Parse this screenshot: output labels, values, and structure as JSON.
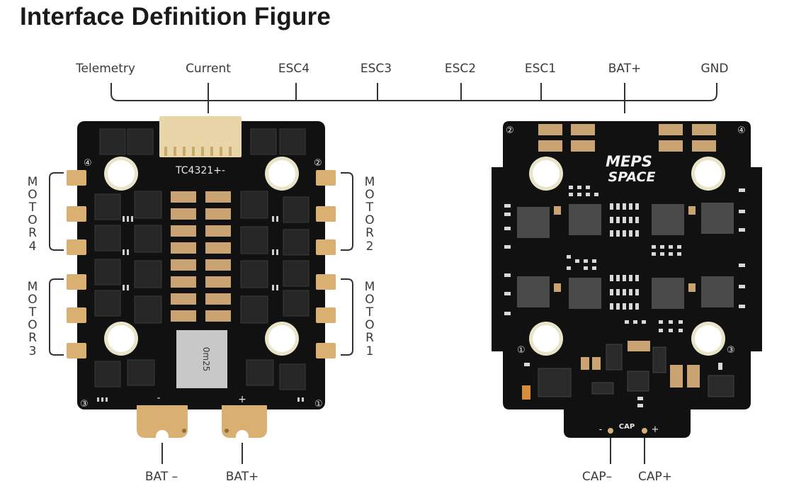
{
  "title": "Interface Definition Figure",
  "top_labels": {
    "telemetry": "Telemetry",
    "current": "Current",
    "esc4": "ESC4",
    "esc3": "ESC3",
    "esc2": "ESC2",
    "esc1": "ESC1",
    "bat_pos": "BAT+",
    "gnd": "GND"
  },
  "motor_labels": {
    "motor4": [
      "M",
      "O",
      "T",
      "O",
      "R",
      "4"
    ],
    "motor3": [
      "M",
      "O",
      "T",
      "O",
      "R",
      "3"
    ],
    "motor2": [
      "M",
      "O",
      "T",
      "O",
      "R",
      "2"
    ],
    "motor1": [
      "M",
      "O",
      "T",
      "O",
      "R",
      "1"
    ]
  },
  "bottom_labels": {
    "bat_neg": "BAT –",
    "bat_pos": "BAT+",
    "cap_neg": "CAP–",
    "cap_pos": "CAP+"
  },
  "front_board": {
    "connector_text": "TC4321+-",
    "shunt_text": "0m25",
    "neg_sign": "-",
    "pos_sign": "+",
    "corner_marks": [
      "④",
      "②",
      "③",
      "①"
    ]
  },
  "back_board": {
    "brand_line1": "MEPS",
    "brand_line2": "SPACE",
    "cap_text": "CAP",
    "cap_neg_sign": "-",
    "cap_pos_sign": "+",
    "corner_marks": [
      "②",
      "④",
      "①",
      "③"
    ]
  },
  "colors": {
    "pcb": "#111111",
    "pad": "#d9b071",
    "line": "#333333"
  }
}
